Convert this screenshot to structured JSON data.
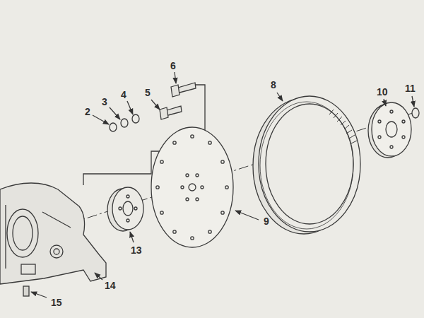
{
  "diagram": {
    "labels": [
      "6",
      "2",
      "3",
      "4",
      "5",
      "8",
      "10",
      "11",
      "9",
      "13",
      "14",
      "15"
    ]
  }
}
